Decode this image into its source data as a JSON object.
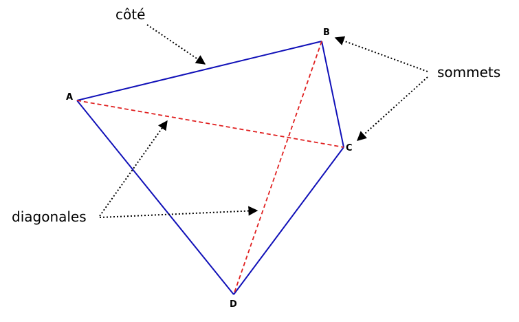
{
  "vertices": {
    "A": "A",
    "B": "B",
    "C": "C",
    "D": "D"
  },
  "annotations": {
    "side": "côté",
    "vertices": "sommets",
    "diagonals": "diagonales"
  },
  "colors": {
    "sides": "#1010b8",
    "diagonals": "#e02020",
    "pointers": "#000000"
  }
}
